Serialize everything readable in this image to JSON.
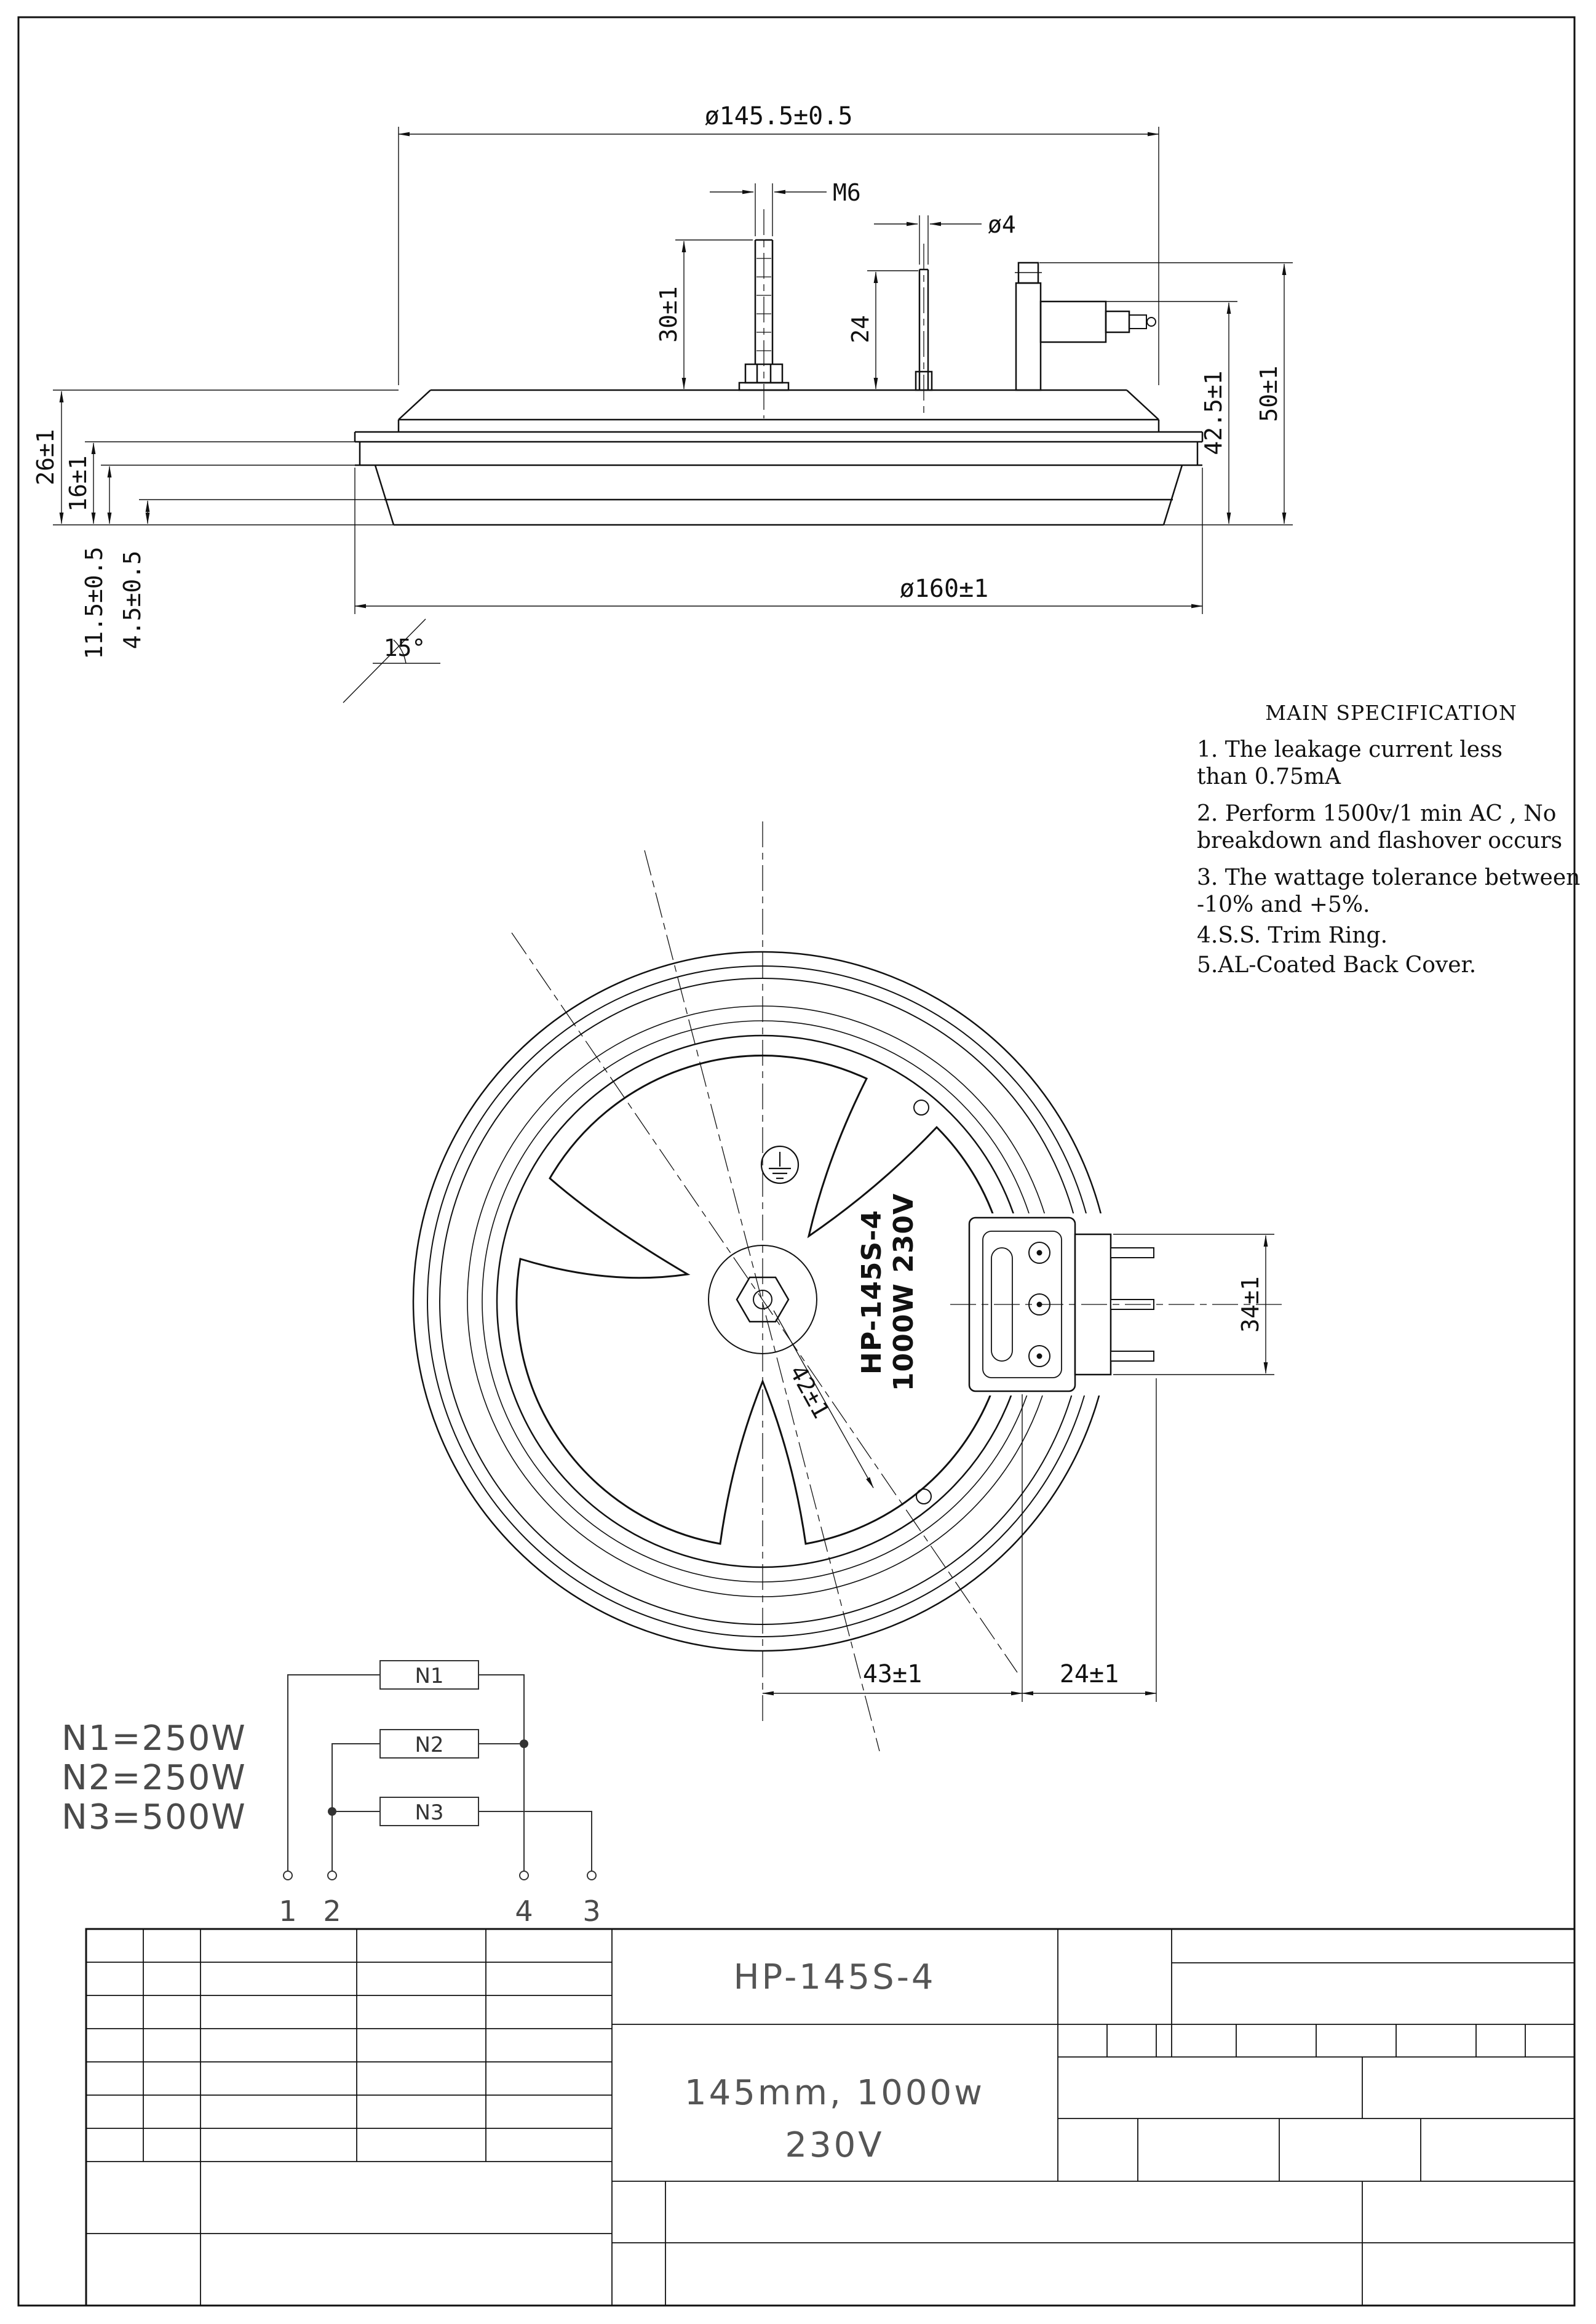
{
  "colors": {
    "ink": "#111111",
    "muted": "#4a4a4a",
    "table_text": "#555555"
  },
  "side_view": {
    "dims": {
      "plate_diameter": "ø145.5±0.5",
      "stud_thread": "M6",
      "pin_diameter": "ø4",
      "stud_height": "30±1",
      "pin_height": "24",
      "bracket_height": "42.5±1",
      "overall_height": "50±1",
      "height_26": "26±1",
      "height_16": "16±1",
      "height_11_5": "11.5±0.5",
      "height_4_5": "4.5±0.5",
      "base_diameter": "ø160±1",
      "taper_angle": "15°"
    }
  },
  "specification": {
    "title": "MAIN SPECIFICATION",
    "lines": [
      "1. The leakage current less",
      "than 0.75mA",
      "2. Perform 1500v/1 min AC , No",
      "breakdown and flashover occurs",
      "3. The wattage tolerance between",
      "-10% and +5%.",
      "4.S.S. Trim Ring.",
      "5.AL-Coated Back Cover."
    ]
  },
  "bottom_view": {
    "model_label": "HP-145S-4",
    "rating_label": "1000W 230V",
    "dims": {
      "block_height": "34±1",
      "center_offset": "42±1",
      "center_to_bracket": "43±1",
      "bracket_to_pin": "24±1"
    }
  },
  "wiring": {
    "legend": [
      "N1=250W",
      "N2=250W",
      "N3=500W"
    ],
    "resistors": [
      "N1",
      "N2",
      "N3"
    ],
    "terminals": [
      "1",
      "2",
      "4",
      "3"
    ]
  },
  "title_block": {
    "model": "HP-145S-4",
    "size_rating": "145mm, 1000w",
    "voltage": "230V"
  }
}
